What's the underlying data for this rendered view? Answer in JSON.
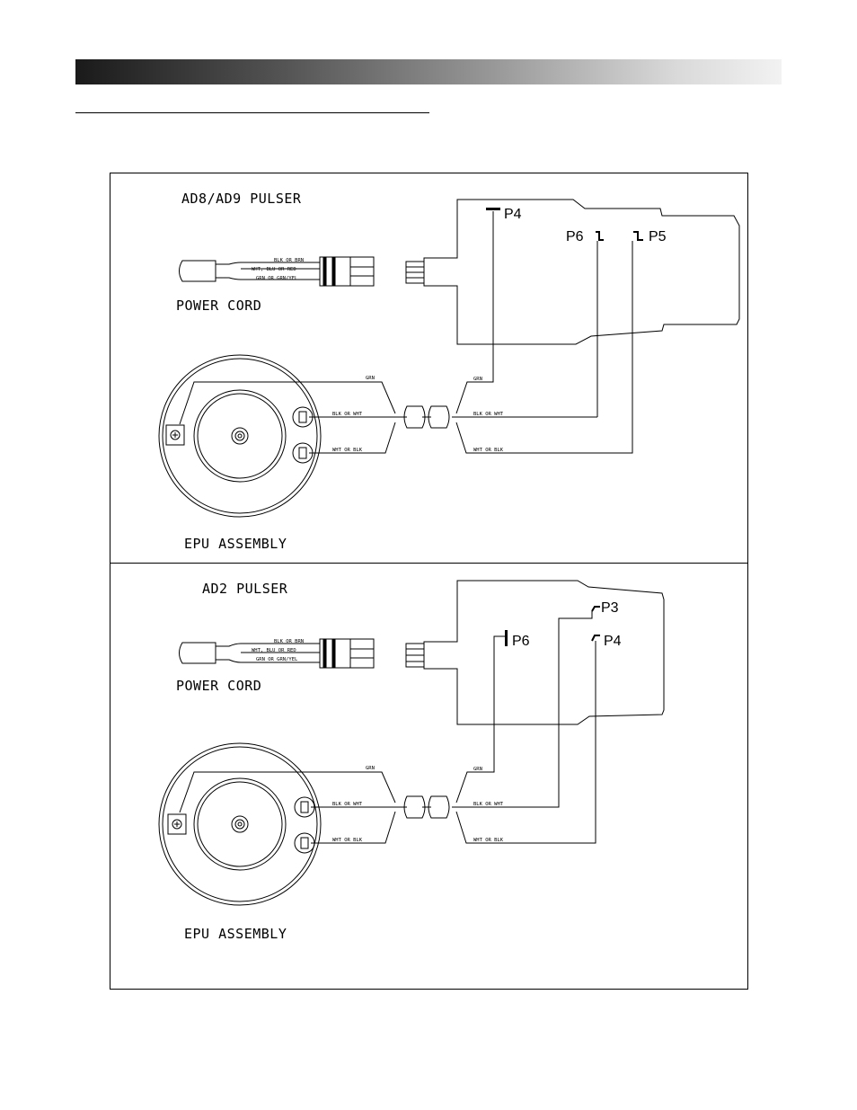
{
  "panel_top": {
    "title": "AD8/AD9 PULSER",
    "power_cord": "POWER CORD",
    "epu": "EPU ASSEMBLY",
    "cord_wires": [
      "BLK OR BRN",
      "WHT, BLU OR RED",
      "GRN OR GRN/YEL"
    ],
    "epu_wires": [
      "GRN",
      "BLK OR WHT",
      "WHT OR BLK"
    ],
    "board_wires": [
      "GRN",
      "BLK OR WHT",
      "WHT OR BLK"
    ],
    "p_labels": [
      "P4",
      "P6",
      "P5"
    ]
  },
  "panel_bottom": {
    "title": "AD2 PULSER",
    "power_cord": "POWER CORD",
    "epu": "EPU ASSEMBLY",
    "cord_wires": [
      "BLK OR BRN",
      "WHT, BLU OR RED",
      "GRN OR GRN/YEL"
    ],
    "epu_wires": [
      "GRN",
      "BLK OR WHT",
      "WHT OR BLK"
    ],
    "board_wires": [
      "GRN",
      "BLK OR WHT",
      "WHT OR BLK"
    ],
    "p_labels": [
      "P6",
      "P3",
      "P4"
    ]
  }
}
